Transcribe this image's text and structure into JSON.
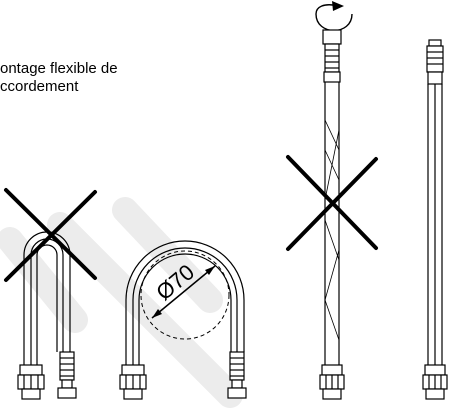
{
  "caption": {
    "line1": "ontage flexible de",
    "line2": "ccordement"
  },
  "dimension": {
    "label": "Ø70"
  },
  "figures": [
    {
      "name": "bent-hose-too-tight",
      "status": "incorrect"
    },
    {
      "name": "bent-hose-min-radius",
      "status": "correct"
    },
    {
      "name": "twisted-hose",
      "status": "incorrect"
    },
    {
      "name": "straight-hose",
      "status": "correct"
    }
  ],
  "colors": {
    "line": "#000000",
    "watermark": "#e9e9e9"
  }
}
